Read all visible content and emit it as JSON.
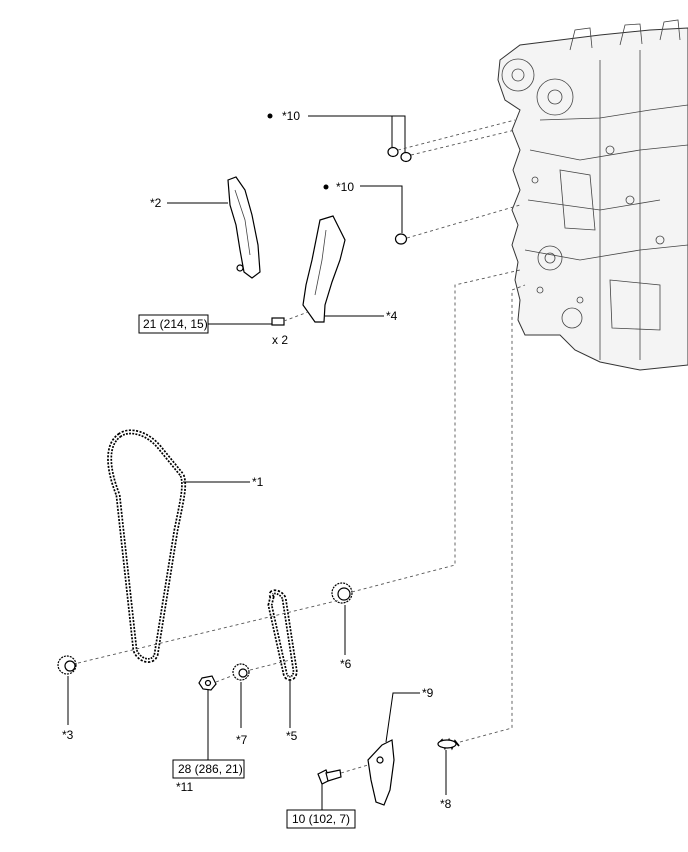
{
  "callouts": {
    "c10a": "*10",
    "c10b": "*10",
    "c2": "*2",
    "c4": "*4",
    "c1": "*1",
    "c6": "*6",
    "c3": "*3",
    "c7": "*7",
    "c5": "*5",
    "c9": "*9",
    "c8": "*8",
    "c11": "*11"
  },
  "torque": {
    "t1": "21 (214, 15)",
    "t2": "28 (286, 21)",
    "t3": "10 (102, 7)"
  },
  "quantity": "x 2"
}
